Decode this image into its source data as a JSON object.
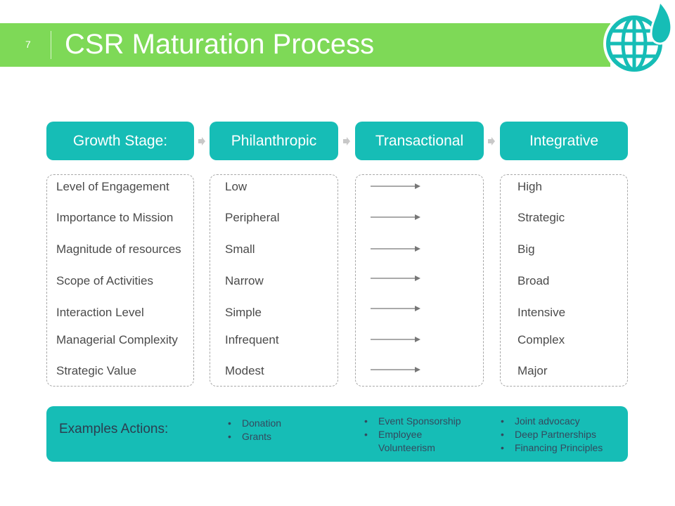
{
  "slide": {
    "number": "7",
    "title": "CSR Maturation Process",
    "logo_icon": "globe-leaf-icon",
    "accent_green": "#7ed957",
    "accent_teal": "#16bdb6"
  },
  "headers": {
    "growth_stage": "Growth Stage:",
    "philanthropic": "Philanthropic",
    "transactional": "Transactional",
    "integrative": "Integrative"
  },
  "rows": [
    {
      "dimension": "Level of Engagement",
      "philanthropic": "Low",
      "integrative": "High"
    },
    {
      "dimension": "Importance to Mission",
      "philanthropic": "Peripheral",
      "integrative": "Strategic"
    },
    {
      "dimension": "Magnitude of resources",
      "philanthropic": "Small",
      "integrative": "Big"
    },
    {
      "dimension": "Scope of Activities",
      "philanthropic": "Narrow",
      "integrative": "Broad"
    },
    {
      "dimension": "Interaction Level",
      "philanthropic": "Simple",
      "integrative": "Intensive"
    },
    {
      "dimension": "Managerial Complexity",
      "philanthropic": "Infrequent",
      "integrative": "Complex"
    },
    {
      "dimension": "Strategic Value",
      "philanthropic": "Modest",
      "integrative": "Major"
    }
  ],
  "examples": {
    "label": "Examples Actions:",
    "philanthropic": [
      "Donation",
      "Grants"
    ],
    "transactional": [
      "Event Sponsorship",
      "Employee Volunteerism"
    ],
    "integrative": [
      "Joint advocacy",
      "Deep Partnerships",
      "Financing Principles"
    ]
  }
}
